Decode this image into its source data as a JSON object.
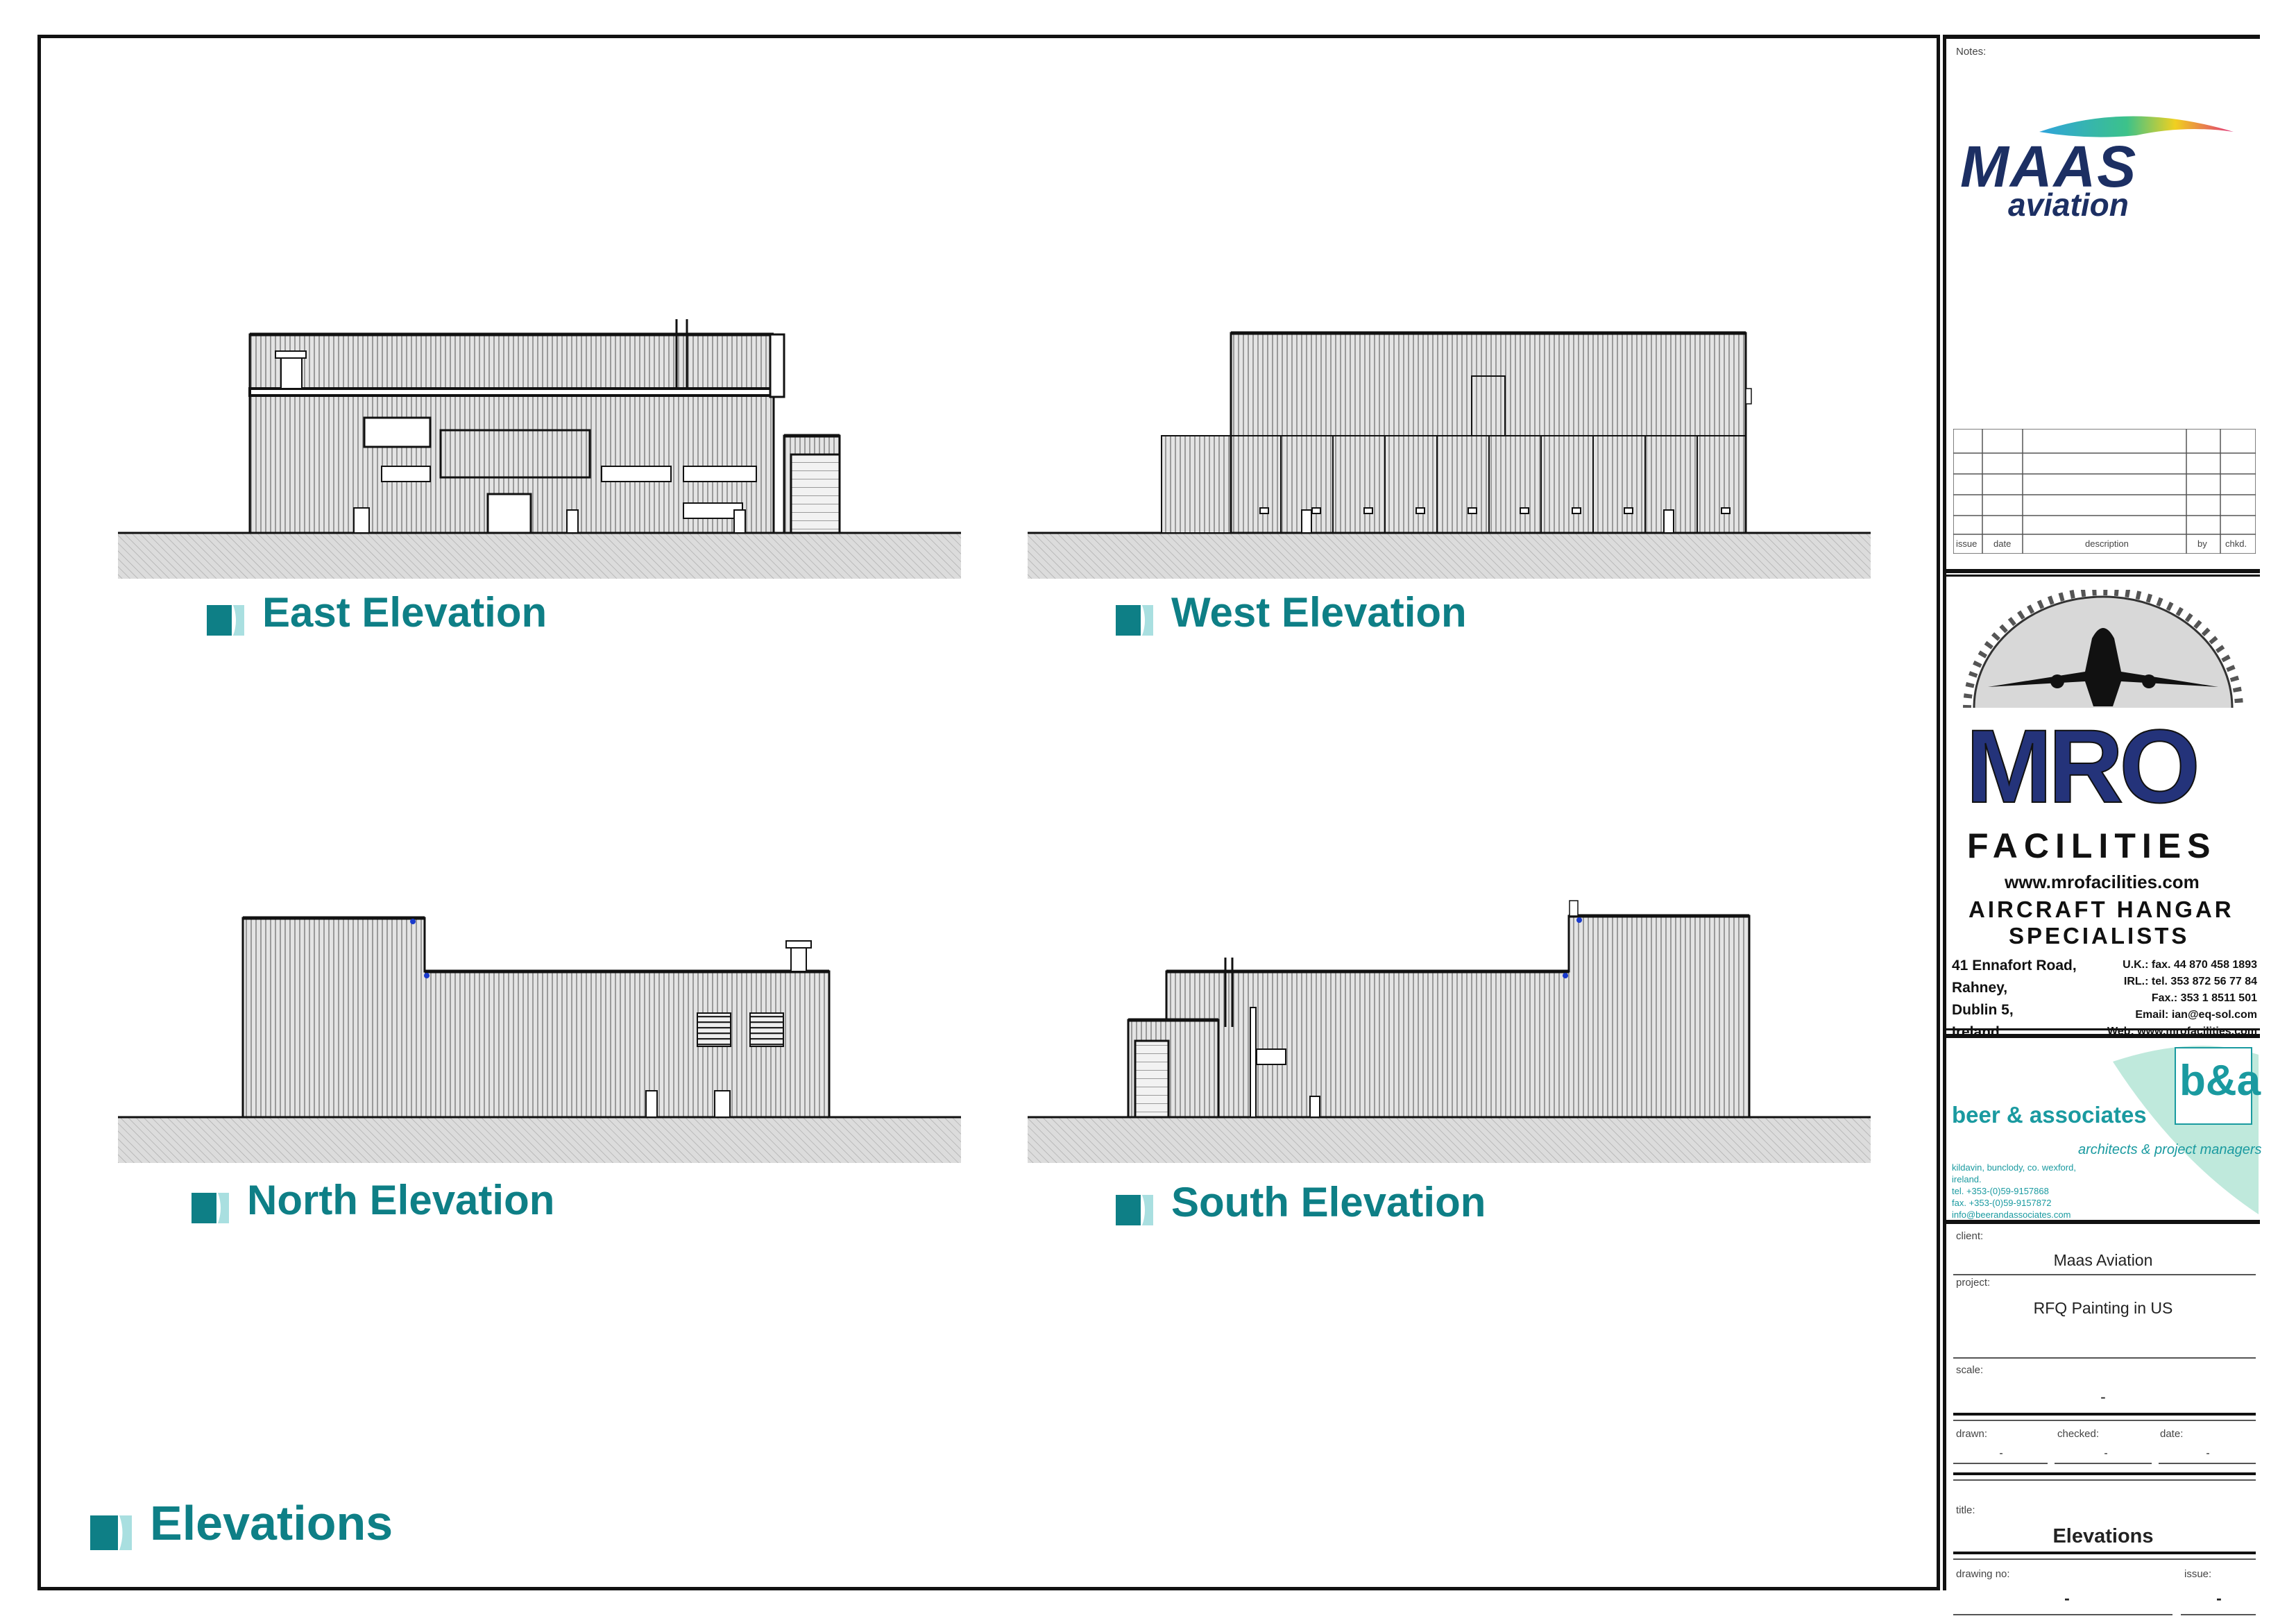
{
  "views": {
    "east": "East Elevation",
    "west": "West Elevation",
    "north": "North Elevation",
    "south": "South Elevation"
  },
  "sheet_title": "Elevations",
  "title_block": {
    "notes_label": "Notes:",
    "maas_logo_main": "MAAS",
    "maas_logo_sub": "aviation",
    "revision_headers": [
      "issue",
      "date",
      "description",
      "by",
      "chkd."
    ],
    "mro": {
      "logo": "MRO",
      "facilities": "FACILITIES",
      "website": "www.mrofacilities.com",
      "tagline_1": "AIRCRAFT HANGAR",
      "tagline_2": "SPECIALISTS",
      "address": [
        "41 Ennafort Road,",
        "Rahney,",
        "Dublin 5,",
        "Ireland."
      ],
      "contacts": [
        "U.K.: fax. 44 870 458 1893",
        "IRL.: tel. 353 872 56 77 84",
        "Fax.: 353 1 8511 501",
        "Email: ian@eq-sol.com",
        "Web: www.mrofacilities.com"
      ]
    },
    "architect": {
      "logo_letters": "b&a",
      "name": "beer & associates",
      "subtitle": "architects & project managers",
      "address": [
        "kildavin, bunclody, co. wexford,",
        "ireland.",
        "tel. +353-(0)59-9157868",
        "fax. +353-(0)59-9157872",
        "info@beerandassociates.com"
      ]
    },
    "client_label": "client:",
    "client": "Maas Aviation",
    "project_label": "project:",
    "project": "RFQ Painting in US",
    "scale_label": "scale:",
    "scale": "-",
    "drawn_label": "drawn:",
    "drawn": "-",
    "checked_label": "checked:",
    "checked": "-",
    "date_label": "date:",
    "date": "-",
    "title_label": "title:",
    "title": "Elevations",
    "drawing_no_label": "drawing no:",
    "drawing_no": "-",
    "issue_label": "issue:",
    "issue": "-"
  },
  "colors": {
    "teal": "#0e7f86",
    "light_teal": "#a9dfe0",
    "ground": "#d9d9d9",
    "cladding": "#cfcfcf",
    "navy": "#1c2f63",
    "mro_blue": "#24337a"
  }
}
